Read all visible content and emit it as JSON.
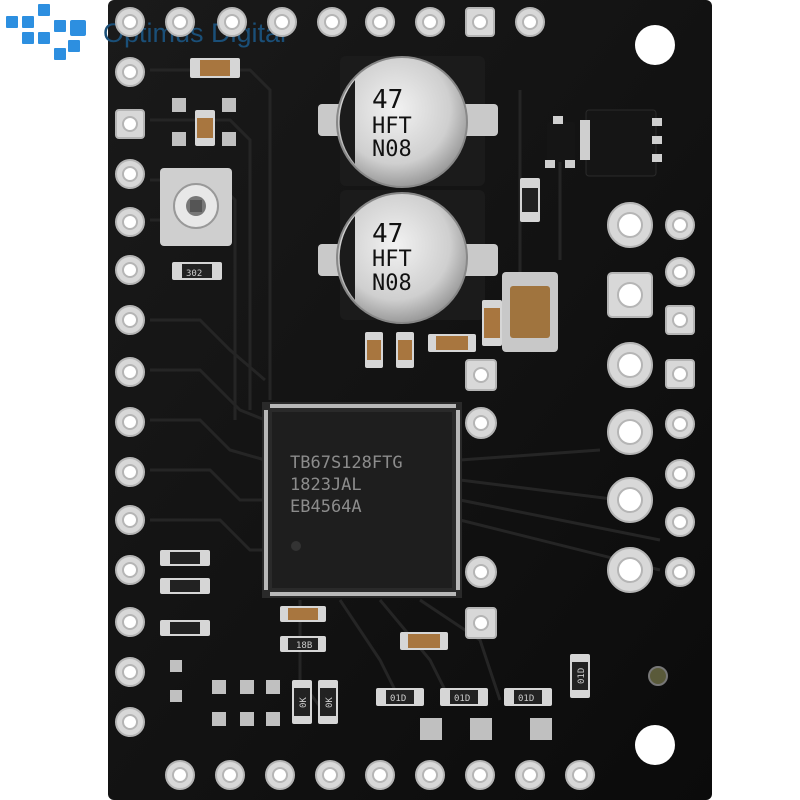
{
  "watermark": {
    "text": "Optimus Digital"
  },
  "capacitors": [
    {
      "line1": "47",
      "line2": "HFT",
      "line3": "N08"
    },
    {
      "line1": "47",
      "line2": "HFT",
      "line3": "N08"
    }
  ],
  "chip": {
    "line1": "TB67S128FTG",
    "line2": "1823JAL",
    "line3": "EB4564A"
  },
  "resistor_codes": [
    "302",
    "18B",
    "01D",
    "01D",
    "01D",
    "01D",
    "0K",
    "0K"
  ],
  "colors": {
    "pcb": "#111111",
    "pad": "#d8d8d8",
    "logo": "#2d8fe0",
    "chip": "#1e1e1e"
  }
}
